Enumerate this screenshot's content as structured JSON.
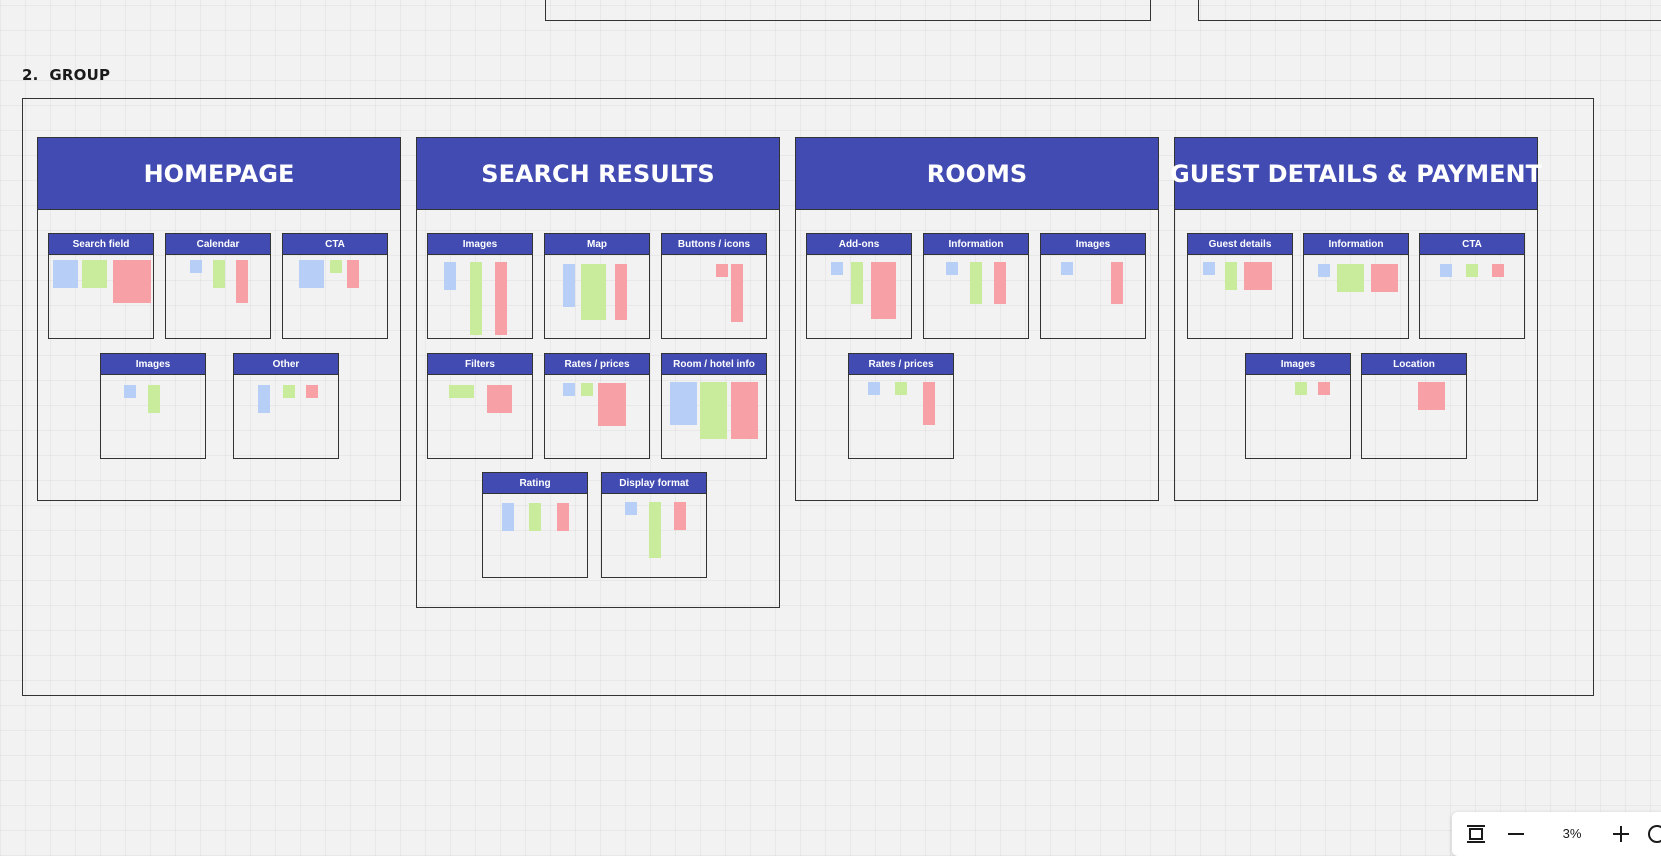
{
  "group": {
    "number": "2.",
    "title": "GROUP"
  },
  "sections": {
    "homepage": {
      "title": "HOMEPAGE",
      "cards": {
        "search_field": "Search field",
        "calendar": "Calendar",
        "cta": "CTA",
        "images": "Images",
        "other": "Other"
      }
    },
    "search_results": {
      "title": "SEARCH RESULTS",
      "cards": {
        "images": "Images",
        "map": "Map",
        "buttons_icons": "Buttons / icons",
        "filters": "Filters",
        "rates_prices": "Rates / prices",
        "room_hotel_info": "Room / hotel info",
        "rating": "Rating",
        "display_format": "Display format"
      }
    },
    "rooms": {
      "title": "ROOMS",
      "cards": {
        "add_ons": "Add-ons",
        "information": "Information",
        "images": "Images",
        "rates_prices": "Rates / prices"
      }
    },
    "guest_details_payment": {
      "title": "GUEST DETAILS & PAYMENT",
      "cards": {
        "guest_details": "Guest details",
        "information": "Information",
        "cta": "CTA",
        "images": "Images",
        "location": "Location"
      }
    }
  },
  "toolbar": {
    "fit_icon": "fit-to-screen-icon",
    "zoom_out_icon": "minus-icon",
    "zoom_level": "3%",
    "zoom_in_icon": "plus-icon",
    "help_icon": "help-icon"
  },
  "colors": {
    "header": "#414bb2",
    "sticky_blue": "#b7cef7",
    "sticky_green": "#c8ec9c",
    "sticky_red": "#f7a1a7"
  }
}
